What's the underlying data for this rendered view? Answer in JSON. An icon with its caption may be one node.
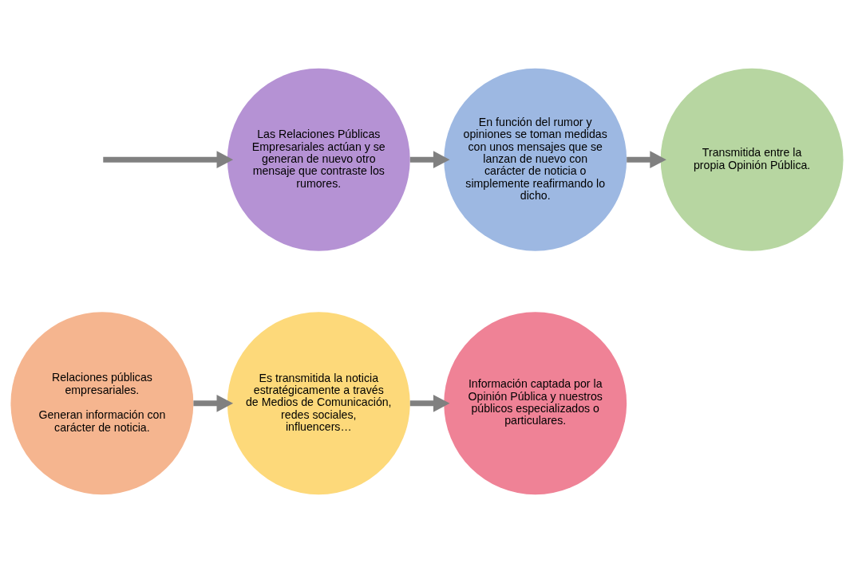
{
  "diagram": {
    "nodes": [
      {
        "text": [
          "Relaciones públicas empresariales.",
          "Generan información con carácter de noticia."
        ]
      },
      {
        "text": [
          "Es transmitida la noticia estratégicamente a través de Medios de Comunicación, redes sociales, influencers…"
        ]
      },
      {
        "text": [
          "Información captada por la Opinión Pública y nuestros públicos especializados o particulares."
        ]
      },
      {
        "text": [
          "Las Relaciones Públicas Empresariales actúan y se generan de nuevo otro mensaje que contraste los rumores."
        ]
      },
      {
        "text": [
          "En función del rumor y opiniones se toman medidas con unos mensajes que se lanzan de nuevo con carácter de noticia o simplemente reafirmando lo dicho."
        ]
      },
      {
        "text": [
          "Transmitida entre la propia Opinión Pública."
        ]
      }
    ],
    "edges": [
      {
        "from": 0,
        "to": 1,
        "arrow": "to"
      },
      {
        "from": 1,
        "to": 2,
        "arrow": "to"
      },
      {
        "from": null,
        "to": 3,
        "arrow": "to"
      },
      {
        "from": 3,
        "to": 4,
        "arrow": "to"
      },
      {
        "from": 4,
        "to": 5,
        "arrow": "to"
      }
    ]
  }
}
